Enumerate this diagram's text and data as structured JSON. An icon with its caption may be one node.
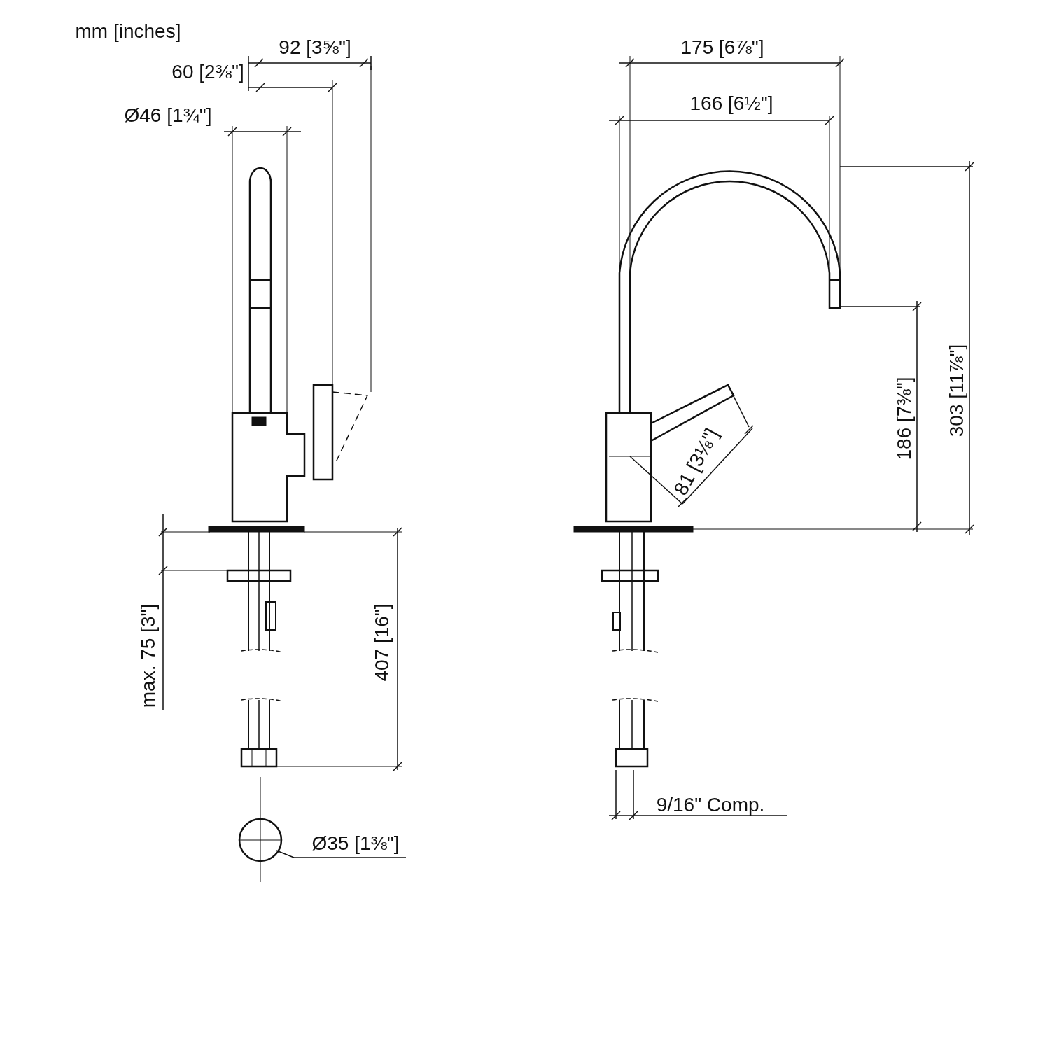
{
  "diagram": {
    "labels": [
      "mm [inches]",
      "92 [3⅝\"]",
      "60 [2⅜\"]",
      "Ø46 [1¾\"]",
      "175 [6⅞\"]",
      "166 [6½\"]",
      "81 [3⅛\"]",
      "186 [7⅜\"]",
      "303 [11⅞\"]",
      "max. 75 [3\"]",
      "407 [16\"]",
      "9/16\" Comp.",
      "Ø35 [1⅜\"]"
    ]
  }
}
